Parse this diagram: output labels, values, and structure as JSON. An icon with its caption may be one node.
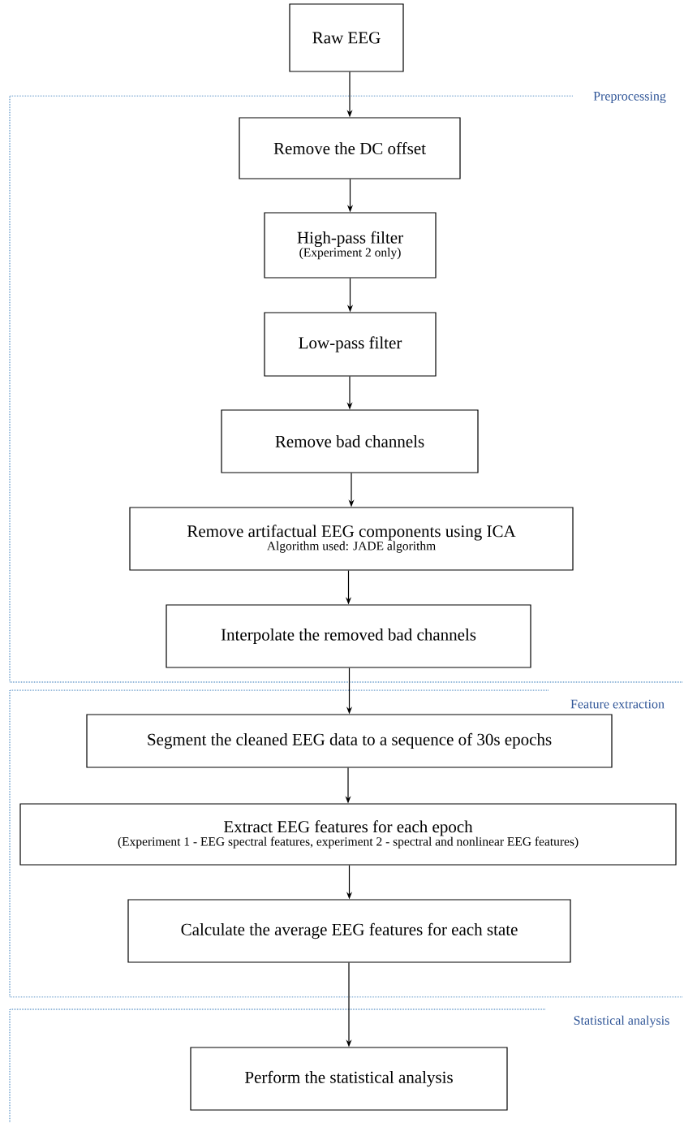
{
  "diagram": {
    "nodes": [
      {
        "text": [
          "Raw EEG"
        ]
      },
      {
        "text": [
          "Preprocessing"
        ]
      },
      {
        "text": [
          "Remove the DC offset"
        ],
        "in": 1
      },
      {
        "text": [
          "High-pass filter",
          "(Experiment 2 only)"
        ],
        "in": 1
      },
      {
        "text": [
          "Low-pass filter"
        ],
        "in": 1
      },
      {
        "text": [
          "Remove bad channels"
        ],
        "in": 1
      },
      {
        "text": [
          "Remove artifactual EEG components using ICA",
          "Algorithm used: JADE algorithm"
        ],
        "in": 1
      },
      {
        "text": [
          "Interpolate the removed bad channels"
        ],
        "in": 1
      },
      {
        "text": [
          "Feature extraction"
        ]
      },
      {
        "text": [
          "Segment the cleaned EEG data to a sequence of 30s epochs"
        ],
        "in": 8
      },
      {
        "text": [
          "Extract EEG features for each epoch",
          "(Experiment 1 - EEG spectral features, experiment 2 - spectral and nonlinear EEG features)"
        ],
        "in": 8
      },
      {
        "text": [
          "Calculate the average EEG features for each state"
        ],
        "in": 8
      },
      {
        "text": [
          "Statistical analysis"
        ]
      },
      {
        "text": [
          "Perform the statistical analysis"
        ],
        "in": 12
      }
    ],
    "edges": [
      {
        "from": 0,
        "to": 2,
        "arrow": "to"
      },
      {
        "from": 2,
        "to": 3,
        "arrow": "to"
      },
      {
        "from": 3,
        "to": 4,
        "arrow": "to"
      },
      {
        "from": 4,
        "to": 5,
        "arrow": "to"
      },
      {
        "from": 5,
        "to": 6,
        "arrow": "to"
      },
      {
        "from": 6,
        "to": 7,
        "arrow": "to"
      },
      {
        "from": 7,
        "to": 9,
        "arrow": "to"
      },
      {
        "from": 9,
        "to": 10,
        "arrow": "to"
      },
      {
        "from": 10,
        "to": 11,
        "arrow": "to"
      },
      {
        "from": 11,
        "to": 13,
        "arrow": "to"
      }
    ]
  }
}
